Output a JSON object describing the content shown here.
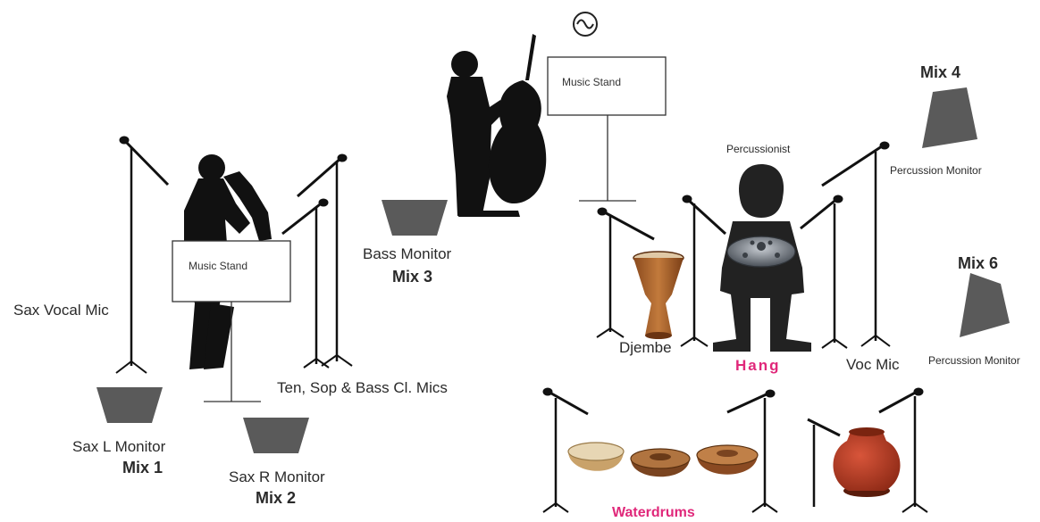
{
  "labels": {
    "sax_vocal_mic": "Sax Vocal Mic",
    "music_stand_left": "Music Stand",
    "music_stand_center": "Music Stand",
    "ten_sop_bass_mics": "Ten, Sop & Bass Cl. Mics",
    "bass_monitor": "Bass Monitor",
    "mix3": "Mix 3",
    "sax_l_monitor": "Sax L Monitor",
    "mix1": "Mix 1",
    "sax_r_monitor": "Sax R Monitor",
    "mix2": "Mix 2",
    "percussionist": "Percussionist",
    "mix4": "Mix 4",
    "percussion_monitor_top": "Percussion Monitor",
    "mix6": "Mix 6",
    "percussion_monitor_bottom": "Percussion Monitor",
    "djembe": "Djembe",
    "hang": "Hang",
    "voc_mic": "Voc Mic",
    "waterdrums": "Waterdrums"
  },
  "colors": {
    "monitor": "#5a5a5a",
    "silhouette": "#111111",
    "highlight": "#e0287a"
  },
  "icons": {
    "power": "ac-power-icon"
  }
}
